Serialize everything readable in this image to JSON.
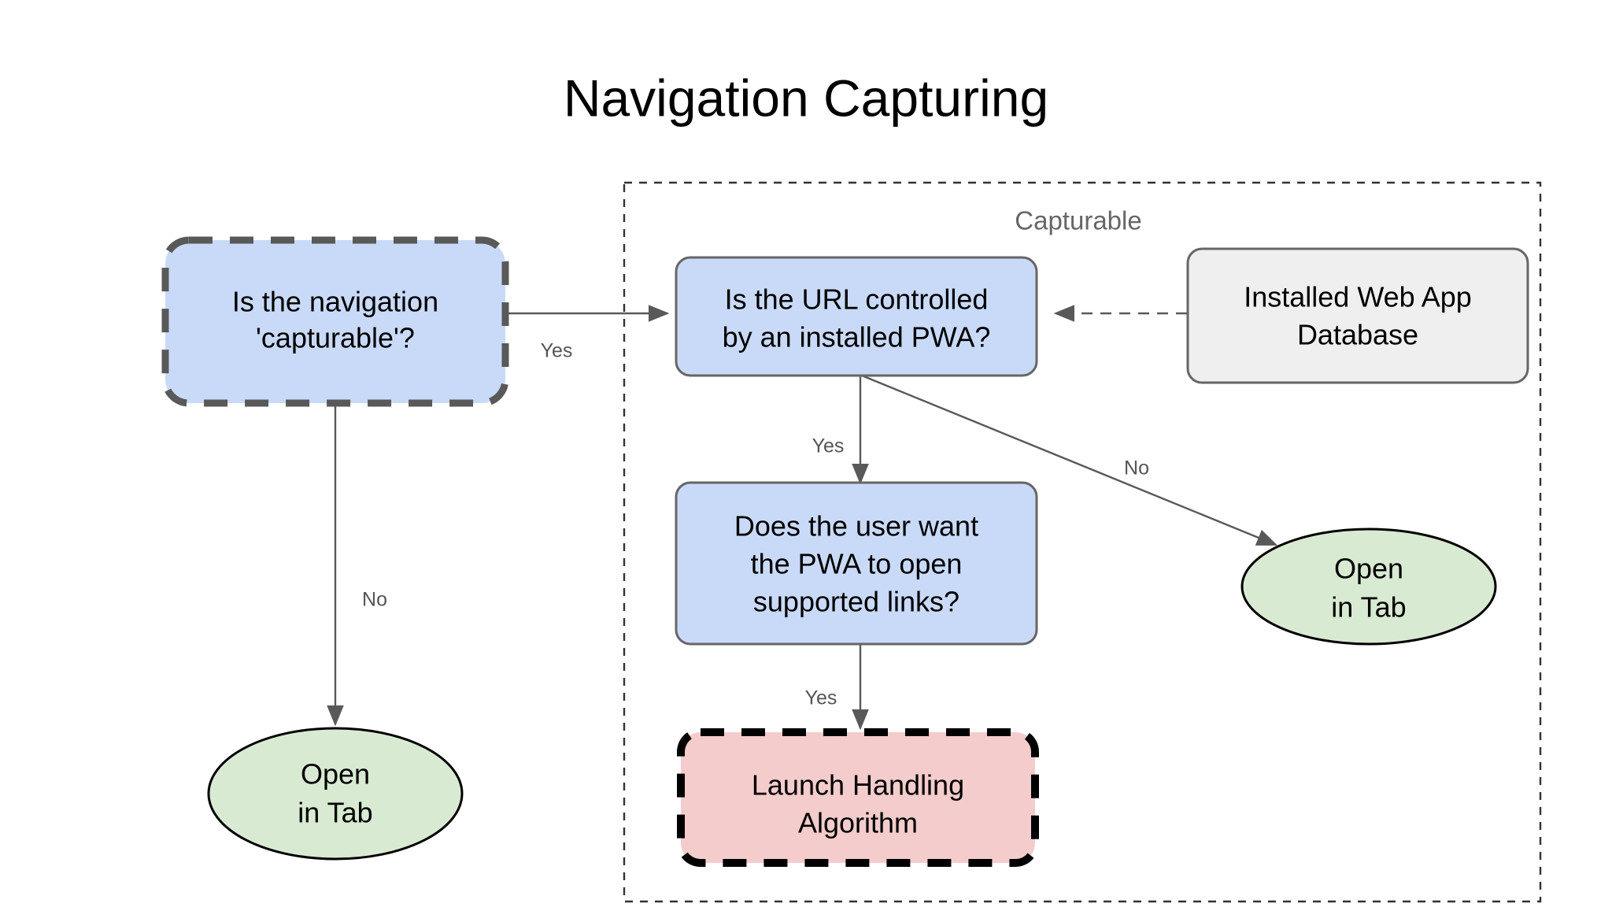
{
  "page": {
    "title": "Navigation Capturing",
    "background": "#FFFFFF"
  },
  "group": {
    "label": "Capturable",
    "label_color": "#666666",
    "border_color": "#333333",
    "border_style": "dashed"
  },
  "colors": {
    "blue_fill": "#C9DAF8",
    "blue_stroke": "#666666",
    "green_fill": "#D9EAD3",
    "green_stroke": "#000000",
    "pink_fill": "#F4CCCC",
    "pink_stroke": "#000000",
    "gray_fill": "#EFEFEF",
    "gray_stroke": "#666666",
    "dashed_gray_stroke": "#595959",
    "edge_stroke": "#595959",
    "text": "#000000"
  },
  "nodes": {
    "is_navigation_capturable": {
      "lines": [
        "Is the navigation",
        "'capturable'?"
      ],
      "shape": "rounded-rect",
      "fill": "#C9DAF8",
      "stroke": "#595959",
      "border_style": "dashed"
    },
    "open_in_tab_left": {
      "lines": [
        "Open",
        "in Tab"
      ],
      "shape": "ellipse",
      "fill": "#D9EAD3",
      "stroke": "#000000",
      "border_style": "solid"
    },
    "is_url_controlled": {
      "lines": [
        "Is the URL controlled",
        "by an installed PWA?"
      ],
      "shape": "rounded-rect",
      "fill": "#C9DAF8",
      "stroke": "#666666",
      "border_style": "solid"
    },
    "installed_web_app_database": {
      "lines": [
        "Installed Web App",
        "Database"
      ],
      "shape": "rounded-rect",
      "fill": "#EFEFEF",
      "stroke": "#666666",
      "border_style": "solid"
    },
    "does_user_want_pwa": {
      "lines": [
        "Does the user want",
        "the PWA to open",
        "supported links?"
      ],
      "shape": "rounded-rect",
      "fill": "#C9DAF8",
      "stroke": "#666666",
      "border_style": "solid"
    },
    "open_in_tab_right": {
      "lines": [
        "Open",
        "in Tab"
      ],
      "shape": "ellipse",
      "fill": "#D9EAD3",
      "stroke": "#000000",
      "border_style": "solid"
    },
    "launch_handling_algorithm": {
      "lines": [
        "Launch Handling",
        "Algorithm"
      ],
      "shape": "rounded-rect",
      "fill": "#F4CCCC",
      "stroke": "#000000",
      "border_style": "dashed"
    }
  },
  "edges": {
    "capturable_yes": {
      "label": "Yes",
      "from": "is_navigation_capturable",
      "to": "is_url_controlled",
      "style": "solid"
    },
    "capturable_no": {
      "label": "No",
      "from": "is_navigation_capturable",
      "to": "open_in_tab_left",
      "style": "solid"
    },
    "url_controlled_yes": {
      "label": "Yes",
      "from": "is_url_controlled",
      "to": "does_user_want_pwa",
      "style": "solid"
    },
    "url_controlled_no": {
      "label": "No",
      "from": "is_url_controlled",
      "to": "open_in_tab_right",
      "style": "solid"
    },
    "user_want_yes": {
      "label": "Yes",
      "from": "does_user_want_pwa",
      "to": "launch_handling_algorithm",
      "style": "solid"
    },
    "database_lookup": {
      "label": "",
      "from": "installed_web_app_database",
      "to": "is_url_controlled",
      "style": "dashed"
    }
  }
}
